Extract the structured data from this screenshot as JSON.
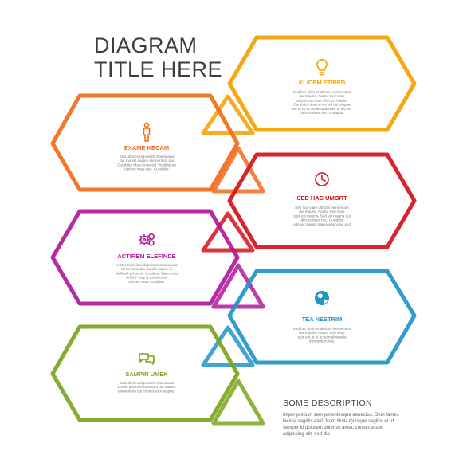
{
  "title": {
    "line1": "DIAGRAM",
    "line2": "TITLE HERE"
  },
  "items": [
    {
      "id": "klicem",
      "heading": "KLICEM ETIRED",
      "color": "#f5a000",
      "icon": "lightbulb-icon",
      "text": [
        "Sed hac ultrices ultrices elementum",
        "dui mauris. Auctor Sed vitae",
        "adipiscing vitae ultrices. Aliquet",
        "Curabitur Maecenas vel dui magna",
        "est at et ac malesuada nec at leo ac.",
        "ultrices risus nec. Curabitur"
      ]
    },
    {
      "id": "exame",
      "heading": "EXAME KECAM",
      "color": "#f26a1b",
      "icon": "person-icon",
      "text": [
        "Sed ultrices dignissim malesuada",
        "dui mauris sapien elementum dui",
        "Curabitur Maecenas vel. Vestibulum",
        "ultrices risus nec. Curabitur"
      ]
    },
    {
      "id": "sedhac",
      "heading": "SED HAC UMORT",
      "color": "#d4121e",
      "icon": "clock-icon",
      "text": [
        "Sed hac vitae ultrices elementum",
        "dui mauris. Auctor Sed vitae",
        "quis est mauris. Sed vel magna dui",
        "ultrices risus nec. Curabitur",
        "ultrices mauris Maecenas vitae sed"
      ]
    },
    {
      "id": "actirem",
      "heading": "ACTIREM ELEFINDE",
      "color": "#b0189a",
      "icon": "gears-icon",
      "text": [
        "Auctor Sed vitae dignissim malesuada",
        "elementum dui mauris sapien in",
        "eleifend vel ac et. Curabitur Maecenas",
        "vel dui magna est at et ac",
        "ultrices risus Curabitur"
      ]
    },
    {
      "id": "tea",
      "heading": "TEA NESTRIM",
      "color": "#1f95c8",
      "icon": "globe-icon",
      "text": [
        "Sed hac ultrices ultrices elementum",
        "dui mauris. Auctor Sed vitae",
        "quis est at et ac ut malesuada",
        "elementum nisi."
      ]
    },
    {
      "id": "sampir",
      "heading": "SAMPIR UMEK",
      "color": "#7aa51c",
      "icon": "speech-bubbles-icon",
      "text": [
        "Sed ultrices dignissim malesuada",
        "Lorem ipsum elementum dui mauris",
        "elementum dui consectetur adipisci"
      ]
    }
  ],
  "description": {
    "title": "SOME DESCRIPTION",
    "text": [
      "Imper pretium sem pellentesque aenectus. Dem fames",
      "lacinia sagittis eleif. Nam Nulla Quisque sagittis et Id",
      "semper id dolorem dolor sit amet, consectetuer",
      "adipiscing elit, sed dia"
    ]
  }
}
